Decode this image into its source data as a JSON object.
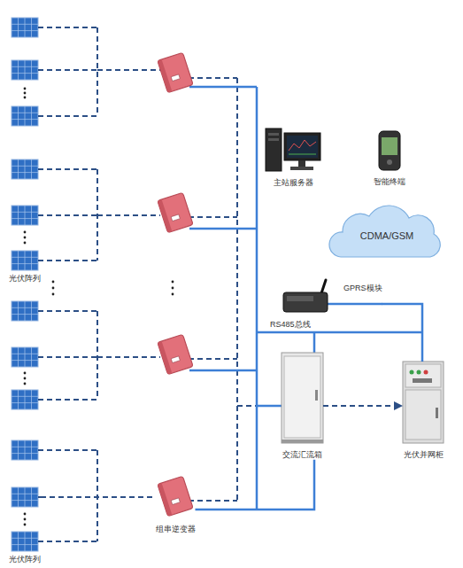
{
  "diagram": {
    "nodes": [
      {
        "text": [
          "主站服务器"
        ]
      },
      {
        "text": [
          "智能终端"
        ]
      },
      {
        "text": [
          "CDMA/GSM"
        ]
      },
      {
        "text": [
          "光伏阵列"
        ]
      },
      {
        "text": [
          "GPRS模块"
        ]
      },
      {
        "text": [
          "交流汇流箱"
        ]
      },
      {
        "text": [
          "光伏并网柜"
        ]
      },
      {
        "text": [
          "组串逆变器"
        ]
      },
      {
        "text": [
          "光伏阵列"
        ]
      }
    ],
    "edges": [
      {
        "from": 8,
        "to": 7,
        "arrow": "none"
      },
      {
        "from": 7,
        "to": 5,
        "arrow": "none"
      },
      {
        "from": 5,
        "to": 6,
        "arrow": "to"
      },
      {
        "from": 4,
        "to": 6,
        "arrow": "none"
      }
    ],
    "labels": [
      "RS485总线"
    ]
  }
}
